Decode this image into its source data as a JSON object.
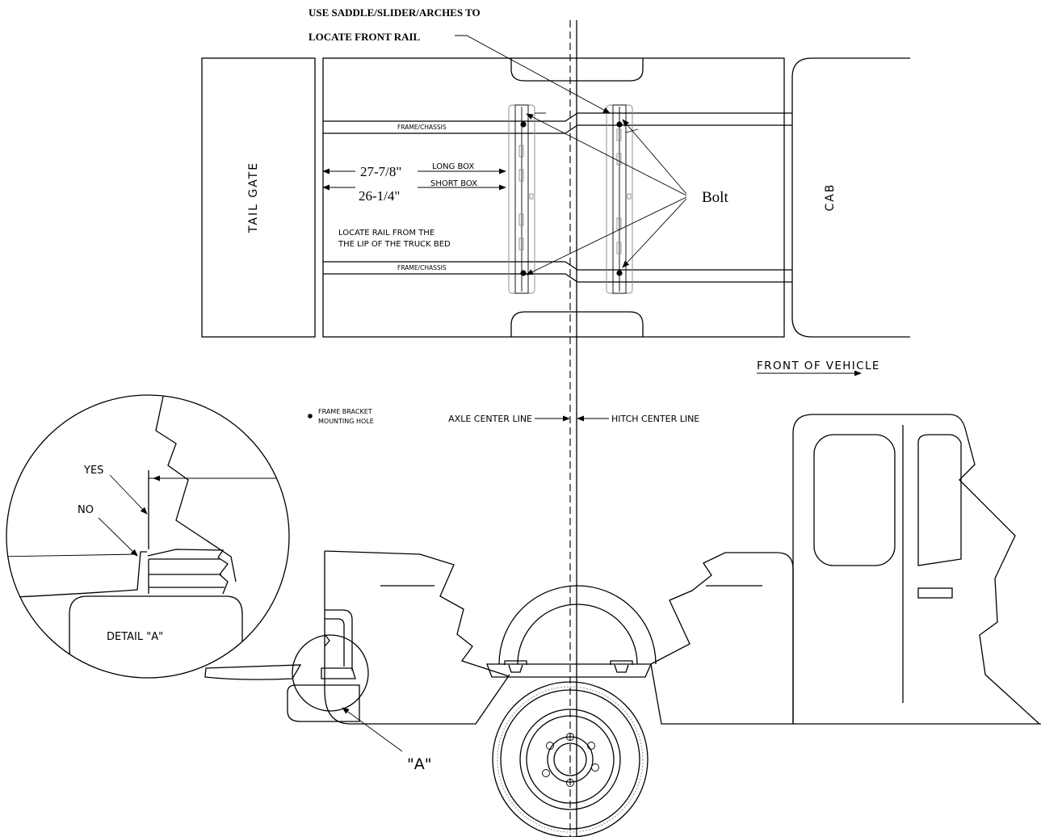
{
  "diagram": {
    "top_note_line1": "USE SADDLE/SLIDER/ARCHES TO",
    "top_note_line2": "LOCATE FRONT RAIL",
    "tail_gate_label": "TAIL GATE",
    "cab_label": "CAB",
    "frame_label_top": "FRAME/CHASSIS",
    "frame_label_bottom": "FRAME/CHASSIS",
    "dim_long": "27-7/8\"",
    "dim_long_label": "LONG BOX",
    "dim_short": "26-1/4\"",
    "dim_short_label": "SHORT BOX",
    "locate_note_line1": "LOCATE RAIL FROM THE",
    "locate_note_line2": "THE LIP OF THE TRUCK BED",
    "bolt_label": "Bolt",
    "front_of_vehicle": "FRONT OF VEHICLE",
    "legend_line1": "FRAME BRACKET",
    "legend_line2": "MOUNTING HOLE",
    "axle_center_line": "AXLE CENTER LINE",
    "hitch_center_line": "HITCH CENTER LINE",
    "detail_yes": "YES",
    "detail_no": "NO",
    "detail_title": "DETAIL \"A\"",
    "detail_callout": "\"A\""
  }
}
